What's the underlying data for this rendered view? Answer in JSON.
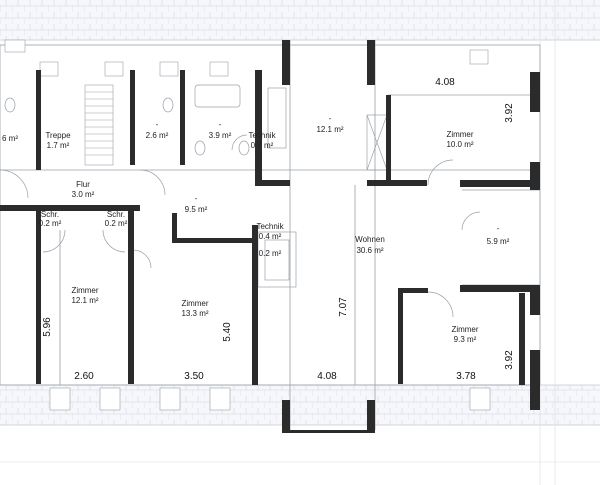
{
  "rooms": [
    {
      "id": "left-edge",
      "name": "",
      "area": "6 m²"
    },
    {
      "id": "treppe",
      "name": "Treppe",
      "area": "1.7 m²"
    },
    {
      "id": "bath-small",
      "name": "-",
      "area": "2.6 m²"
    },
    {
      "id": "bath",
      "name": "-",
      "area": "3.9 m²"
    },
    {
      "id": "technik-top",
      "name": "Technik",
      "area": "0.7 m²"
    },
    {
      "id": "balcony",
      "name": "-",
      "area": "12.1 m²"
    },
    {
      "id": "zimmer-ne",
      "name": "Zimmer",
      "area": "10.0 m²"
    },
    {
      "id": "flur",
      "name": "Flur",
      "area": "3.0 m²"
    },
    {
      "id": "hall",
      "name": "-",
      "area": "9.5 m²"
    },
    {
      "id": "schrank-1",
      "name": "Schr.",
      "area": "0.2 m²"
    },
    {
      "id": "schrank-2",
      "name": "Schr.",
      "area": "0.2 m²"
    },
    {
      "id": "technik-mid",
      "name": "Technik",
      "area": "0.4 m²"
    },
    {
      "id": "shaft",
      "name": "",
      "area": "0.2 m²"
    },
    {
      "id": "wohnen",
      "name": "Wohnen",
      "area": "30.6 m²"
    },
    {
      "id": "store",
      "name": "-",
      "area": "5.9 m²"
    },
    {
      "id": "zimmer-sw",
      "name": "Zimmer",
      "area": "12.1 m²"
    },
    {
      "id": "zimmer-s",
      "name": "Zimmer",
      "area": "13.3 m²"
    },
    {
      "id": "zimmer-se",
      "name": "Zimmer",
      "area": "9.3 m²"
    }
  ],
  "dimensions": [
    {
      "id": "top-width",
      "value": "4.08"
    },
    {
      "id": "ne-height",
      "value": "3.92"
    },
    {
      "id": "sw-height",
      "value": "5.96"
    },
    {
      "id": "s-height",
      "value": "5.40"
    },
    {
      "id": "living-height",
      "value": "7.07"
    },
    {
      "id": "se-height",
      "value": "3.92"
    },
    {
      "id": "w1",
      "value": "2.60"
    },
    {
      "id": "w2",
      "value": "3.50"
    },
    {
      "id": "w3",
      "value": "4.08"
    },
    {
      "id": "w4",
      "value": "3.78"
    }
  ]
}
